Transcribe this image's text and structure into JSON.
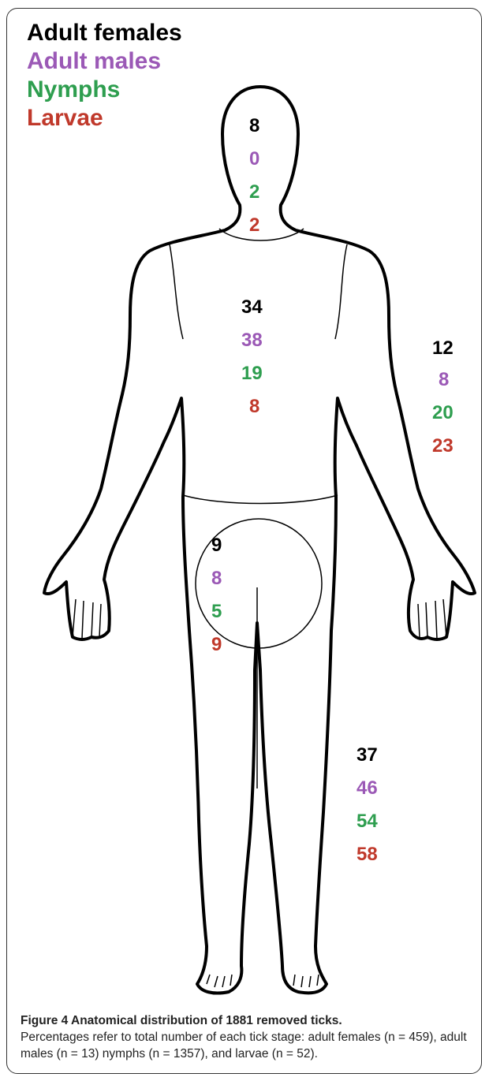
{
  "legend": [
    {
      "label": "Adult females",
      "color": "#000000"
    },
    {
      "label": "Adult males",
      "color": "#9b59b6"
    },
    {
      "label": "Nymphs",
      "color": "#2e9e4f"
    },
    {
      "label": "Larvae",
      "color": "#c0392b"
    }
  ],
  "regions": [
    {
      "name": "head-neck",
      "values": [
        "8",
        "0",
        "2",
        "2"
      ]
    },
    {
      "name": "torso",
      "values": [
        "34",
        "38",
        "19",
        "8"
      ]
    },
    {
      "name": "arms",
      "values": [
        "12",
        "8",
        "20",
        "23"
      ]
    },
    {
      "name": "groin",
      "values": [
        "9",
        "8",
        "5",
        "9"
      ]
    },
    {
      "name": "legs",
      "values": [
        "37",
        "46",
        "54",
        "58"
      ]
    }
  ],
  "caption": {
    "lead": "Figure 4 Anatomical distribution of 1881 removed ticks.",
    "text": "Percentages refer to total number of each tick stage: adult females (n = 459), adult males (n = 13) nymphs (n = 1357), and larvae (n = 52)."
  }
}
